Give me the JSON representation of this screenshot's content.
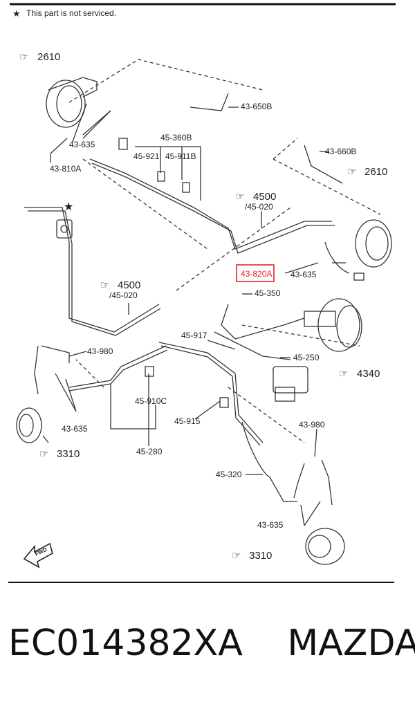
{
  "notice": {
    "text": "This part is not serviced."
  },
  "part_labels": {
    "p43_650B": "43-650B",
    "p43_660B": "43-660B",
    "p43_635_top": "43-635",
    "p43_810A": "43-810A",
    "p45_360B": "45-360B",
    "p45_921": "45-921",
    "p45_911B": "45-911B",
    "p43_820A": "43-820A",
    "p43_635_right": "43-635",
    "p45_350": "45-350",
    "p45_917": "45-917",
    "p45_250": "45-250",
    "p43_980_left": "43-980",
    "p43_635_left": "43-635",
    "p45_910C": "45-910C",
    "p45_915": "45-915",
    "p45_280": "45-280",
    "p43_980_right": "43-980",
    "p45_320": "45-320",
    "p43_635_bottom": "43-635"
  },
  "references": {
    "r2610_top": "2610",
    "r2610_right": "2610",
    "r4500_upper": "4500",
    "r45_020_upper": "/45-020",
    "r4500_lower": "4500",
    "r45_020_lower": "/45-020",
    "r4340": "4340",
    "r3310_left": "3310",
    "r3310_bottom": "3310"
  },
  "direction_badge": "FWD",
  "highlight_color": "#e0202a",
  "caption": {
    "part_number": "EC014382XA",
    "brand": "MAZDA"
  }
}
